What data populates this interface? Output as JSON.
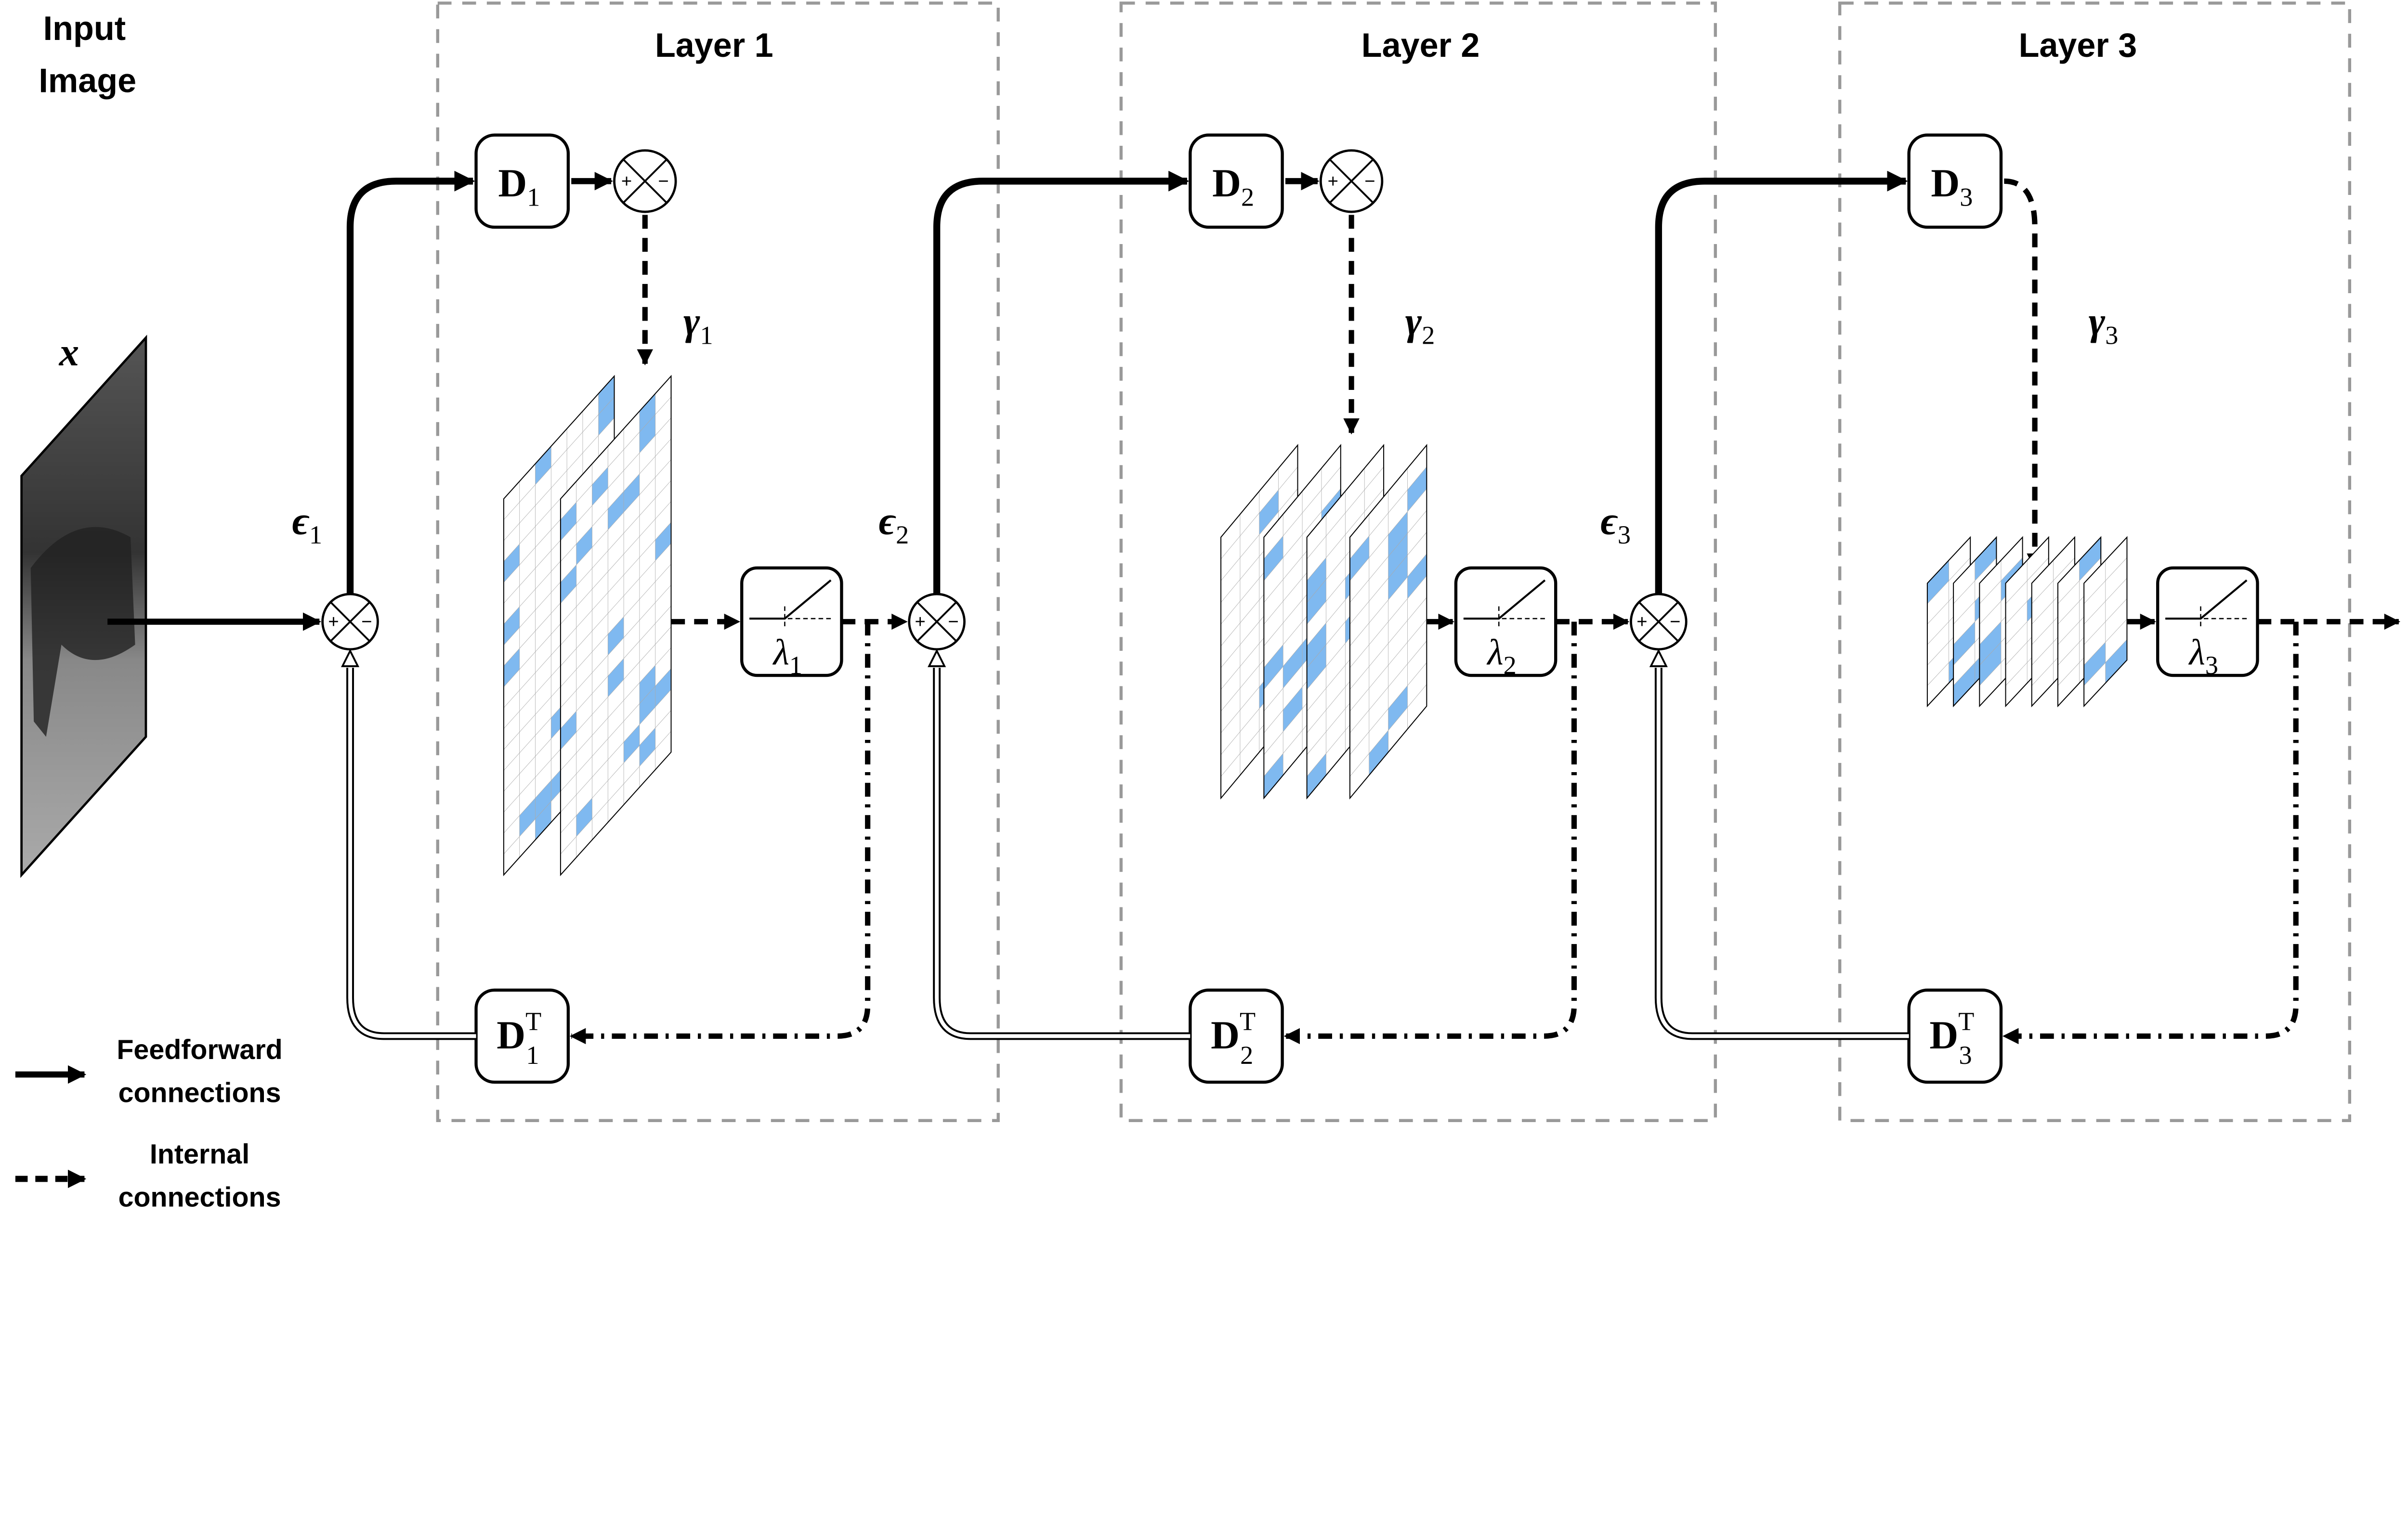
{
  "input": {
    "title_line1": "Input",
    "title_line2": "Image",
    "symbol": "x"
  },
  "layers": [
    {
      "title": "Layer 1",
      "dict": "D",
      "index": "1",
      "transpose": "T",
      "code": "γ",
      "error": "ϵ",
      "threshold": "λ",
      "maps": 2
    },
    {
      "title": "Layer 2",
      "dict": "D",
      "index": "2",
      "transpose": "T",
      "code": "γ",
      "error": "ϵ",
      "threshold": "λ",
      "maps": 4
    },
    {
      "title": "Layer 3",
      "dict": "D",
      "index": "3",
      "transpose": "T",
      "code": "γ",
      "error": "ϵ",
      "threshold": "λ",
      "maps": 7
    }
  ],
  "signs": {
    "plus": "+",
    "minus": "−"
  },
  "legend": {
    "feedforward_line1": "Feedforward",
    "feedforward_line2": "connections",
    "internal_line1": "Internal",
    "internal_line2": "connections"
  },
  "colors": {
    "sparse_cell": "#7fb9f0",
    "layer_border": "#999999",
    "grid_line": "#aaaaaa"
  }
}
